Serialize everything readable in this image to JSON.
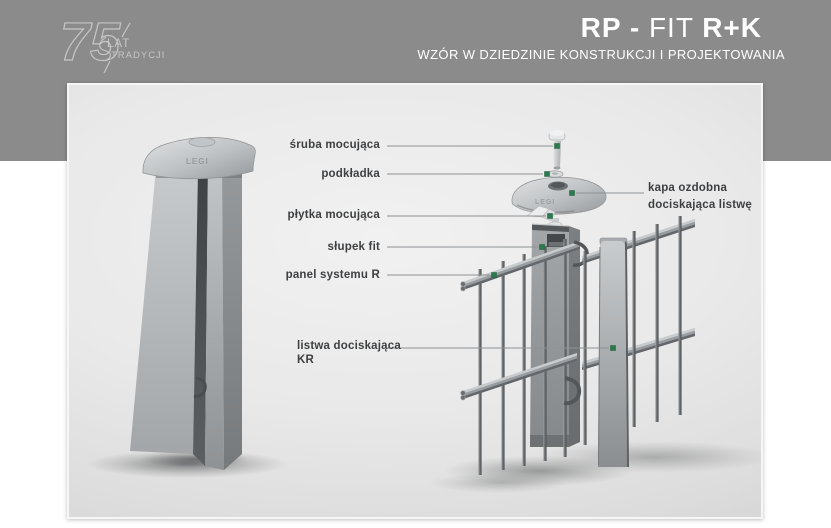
{
  "header": {
    "logo": {
      "number": "75",
      "line1": "LAT",
      "line2": "TRADYCJI"
    },
    "title": {
      "seg1": "RP - ",
      "seg2": "FIT ",
      "seg3": "R+K"
    },
    "subtitle": "WZÓR W DZIEDZINIE KONSTRUKCJI I PROJEKTOWANIA"
  },
  "labels": {
    "sruba": {
      "text": "śruba mocująca"
    },
    "podkladka": {
      "text": "podkładka"
    },
    "plytka": {
      "text": "płytka mocująca"
    },
    "slupek": {
      "text": "słupek fit"
    },
    "panel_r": {
      "text": "panel systemu R"
    },
    "kapa": {
      "line1": "kapa ozdobna",
      "line2": "dociskająca listwę"
    },
    "listwa": {
      "line1": "listwa dociskająca",
      "line2": "KR"
    }
  },
  "artwork": {
    "embossed_text": "LEGI"
  },
  "colors": {
    "header_bg": "#8b8b8b",
    "title_text": "#ffffff",
    "label_text": "#3d3f41",
    "leader_line": "#8f9193",
    "marker_green": "#2b7a4e",
    "panel_bg": "#e8e8e8"
  }
}
